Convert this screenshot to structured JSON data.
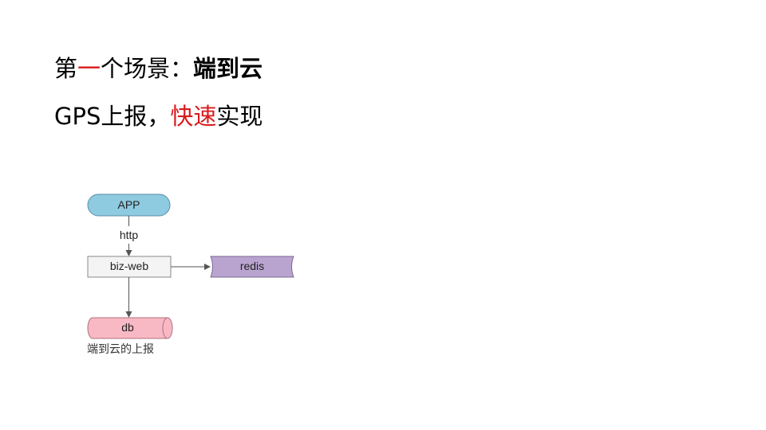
{
  "slide": {
    "line1": {
      "part1": "第",
      "part2": "一",
      "part3": "个场景：",
      "part4": "端到云"
    },
    "line2": {
      "part1": "GPS上报，",
      "part2": "快速",
      "part3": "实现"
    }
  },
  "diagram": {
    "nodes": {
      "app": "APP",
      "edge_label": "http",
      "bizweb": "biz-web",
      "redis": "redis",
      "db": "db"
    },
    "caption": "端到云的上报",
    "colors": {
      "app_fill": "#8ecae0",
      "redis_fill": "#b9a4d0",
      "db_fill": "#f8b8c4",
      "red_text": "#d9191c"
    }
  }
}
